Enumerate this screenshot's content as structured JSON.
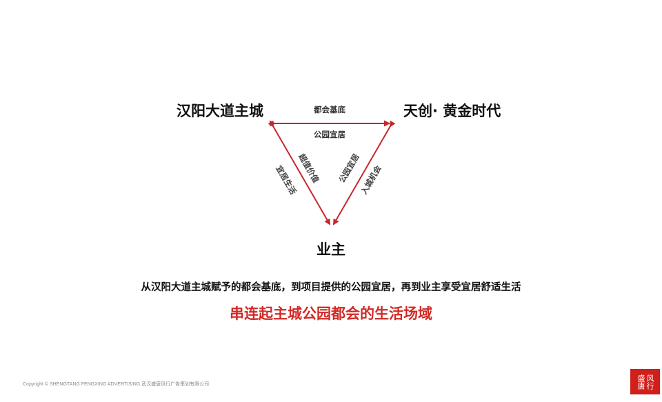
{
  "nodes": {
    "left": "汉阳大道主城",
    "right": "天创· 黄金时代",
    "bottom": "业主"
  },
  "edges": {
    "top_outer": "都会基底",
    "top_inner": "公园宜居",
    "left_outer": "宜居生活",
    "left_inner": "超值价值",
    "right_inner": "公园宜居",
    "right_outer": "入城机会"
  },
  "caption": "从汉阳大道主城赋予的都会基底，到项目提供的公园宜居，再到业主享受宜居舒适生活",
  "highlight": "串连起主城公园都会的生活场域",
  "footer": {
    "copyright": "Copyright © SHENGTANG FENGXING ADVERTISING   武汉盛唐风行广告策划有限公司",
    "logo_left": "盛唐",
    "logo_right": "风行"
  },
  "colors": {
    "arrow": "#c8262a",
    "highlight": "#d12a25",
    "logo_bg": "#d11f1b"
  }
}
